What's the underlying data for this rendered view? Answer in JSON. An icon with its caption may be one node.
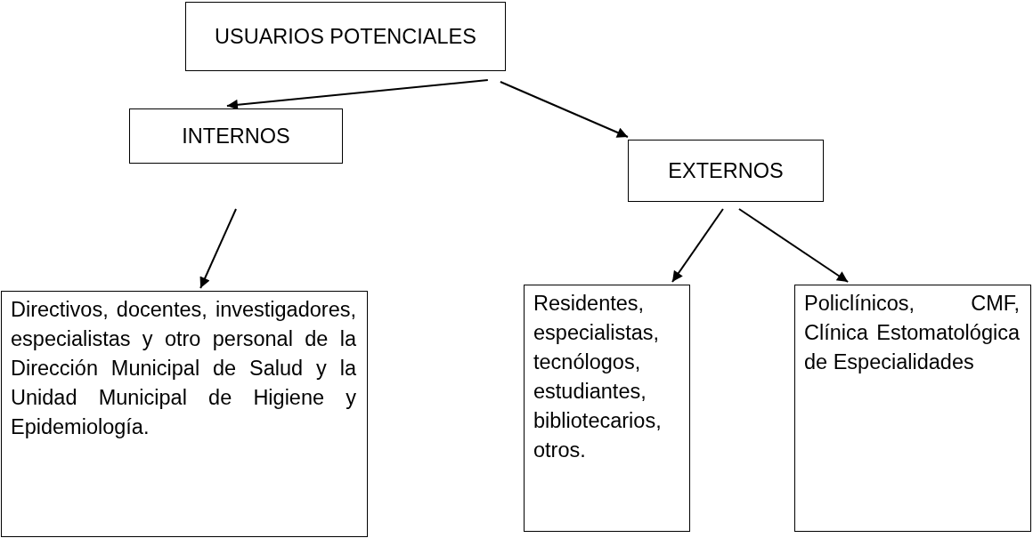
{
  "diagram": {
    "nodes": [
      {
        "text": [
          "USUARIOS POTENCIALES"
        ]
      },
      {
        "text": [
          "INTERNOS"
        ]
      },
      {
        "text": [
          "EXTERNOS"
        ]
      },
      {
        "text": [
          "Directivos, docentes, investigadores, especialistas y otro personal de la Dirección Municipal de Salud y la Unidad Municipal de Higiene y Epidemiología."
        ]
      },
      {
        "text": [
          "Residentes, especialistas, tecnólogos, estudiantes, bibliotecarios, otros."
        ]
      },
      {
        "text": [
          "Policlínicos, CMF, Clínica Estomatológica de Especialidades"
        ]
      }
    ],
    "edges": [
      {
        "from": 0,
        "to": 1,
        "arrow": "to"
      },
      {
        "from": 0,
        "to": 2,
        "arrow": "to"
      },
      {
        "from": 1,
        "to": 3,
        "arrow": "to"
      },
      {
        "from": 2,
        "to": 4,
        "arrow": "to"
      },
      {
        "from": 2,
        "to": 5,
        "arrow": "to"
      }
    ]
  }
}
